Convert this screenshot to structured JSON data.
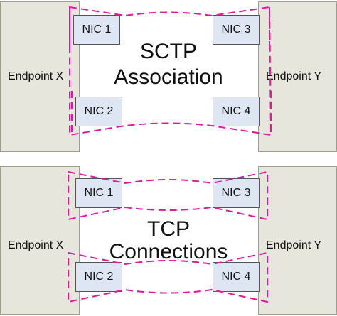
{
  "top_panel": {
    "left_endpoint": "Endpoint X",
    "right_endpoint": "Endpoint Y",
    "nic_top_left": "NIC 1",
    "nic_bottom_left": "NIC 2",
    "nic_top_right": "NIC 3",
    "nic_bottom_right": "NIC 4",
    "title_line1": "SCTP",
    "title_line2": "Association"
  },
  "bottom_panel": {
    "left_endpoint": "Endpoint X",
    "right_endpoint": "Endpoint Y",
    "nic_top_left": "NIC 1",
    "nic_bottom_left": "NIC 2",
    "nic_top_right": "NIC 3",
    "nic_bottom_right": "NIC 4",
    "title_line1": "TCP",
    "title_line2": "Connections"
  },
  "colors": {
    "endpoint_fill": "#e6e6dc",
    "nic_fill": "#dde6f2",
    "connection_line": "#e0189e"
  }
}
